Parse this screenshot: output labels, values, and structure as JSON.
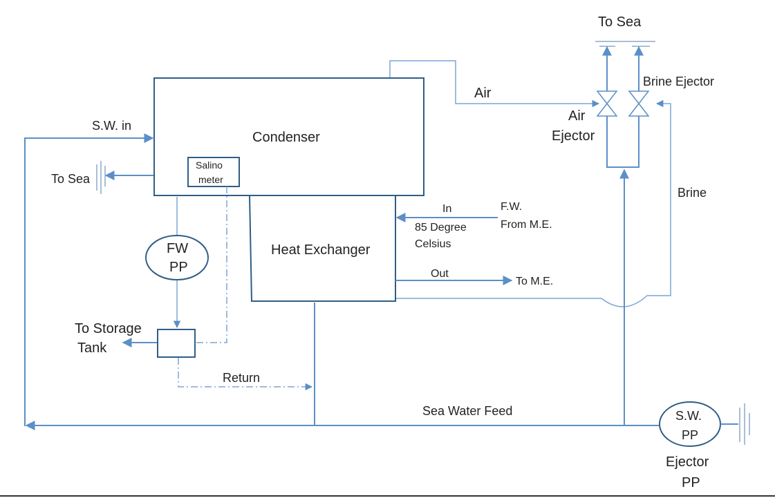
{
  "labels": {
    "to_sea_top": "To Sea",
    "brine_ejector": "Brine Ejector",
    "air": "Air",
    "air_ejector_line1": "Air",
    "air_ejector_line2": "Ejector",
    "sw_in": "S.W. in",
    "condenser": "Condenser",
    "to_sea_left": "To Sea",
    "salinometer_line1": "Salino",
    "salinometer_line2": "meter",
    "brine": "Brine",
    "in": "In",
    "fw_from_me_line1": "F.W.",
    "fw_from_me_line2": "From M.E.",
    "temp_line1": "85 Degree",
    "temp_line2": "Celsius",
    "fw_pp_line1": "FW",
    "fw_pp_line2": "PP",
    "heat_exchanger": "Heat Exchanger",
    "out": "Out",
    "to_me": "To M.E.",
    "to_storage_line1": "To Storage",
    "to_storage_line2": "Tank",
    "return": "Return",
    "sea_water_feed": "Sea Water Feed",
    "sw_pp_line1": "S.W.",
    "sw_pp_line2": "PP",
    "ejector_pp_line1": "Ejector",
    "ejector_pp_line2": "PP"
  }
}
